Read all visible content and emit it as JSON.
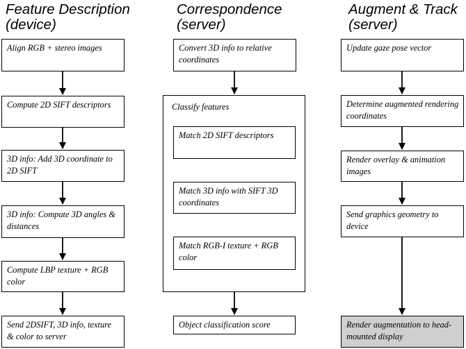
{
  "columns": [
    {
      "title_line1": "Feature Description",
      "title_line2": "(device)",
      "steps": [
        "Align RGB + stereo images",
        "Compute 2D SIFT descriptors",
        "3D info: Add 3D coordinate to 2D SIFT",
        "3D info: Compute 3D angles & distances",
        "Compute LBP texture + RGB color",
        "Send 2DSIFT, 3D info, texture & color to server"
      ]
    },
    {
      "title_line1": "Correspondence",
      "title_line2": "(server)",
      "steps": {
        "first": "Convert 3D info to relative coordinates",
        "group_label": "Classify features",
        "group_steps": [
          "Match 2D SIFT descriptors",
          "Match 3D info with SIFT 3D coordinates",
          "Match RGB-I texture + RGB color"
        ],
        "last": "Object classification score"
      }
    },
    {
      "title_line1": "Augment & Track",
      "title_line2": "(server)",
      "steps": [
        "Update gaze pose vector",
        "Determine augmented rendering coordinates",
        "Render overlay & animation images",
        "Send graphics geometry to device",
        "Render augmentation to head-mounted display"
      ]
    }
  ]
}
